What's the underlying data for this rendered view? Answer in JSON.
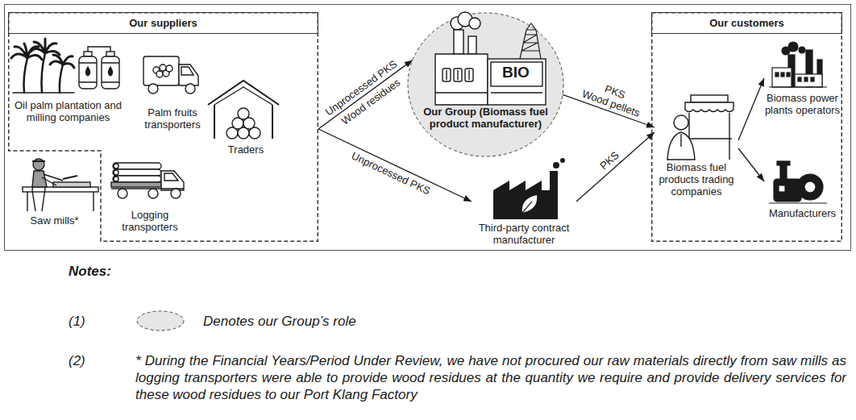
{
  "diagram": {
    "nodes": [
      {
        "text": [
          "Our suppliers"
        ]
      },
      {
        "text": [
          "Oil palm plantation and milling companies"
        ],
        "in": 0
      },
      {
        "text": [
          "Palm fruits transporters"
        ],
        "in": 0
      },
      {
        "text": [
          "Traders"
        ],
        "in": 0
      },
      {
        "text": [
          "Saw mills*"
        ]
      },
      {
        "text": [
          "Logging transporters"
        ],
        "in": 0
      },
      {
        "text": [
          "BIO",
          "Our Group (Biomass fuel product manufacturer)"
        ]
      },
      {
        "text": [
          "Third-party contract manufacturer"
        ]
      },
      {
        "text": [
          "Our customers"
        ]
      },
      {
        "text": [
          "Biomass fuel products trading companies"
        ],
        "in": 8
      },
      {
        "text": [
          "Biomass power plants operators"
        ],
        "in": 8
      },
      {
        "text": [
          "Manufacturers"
        ],
        "in": 8
      }
    ],
    "edges": [
      {
        "from": 0,
        "to": 6,
        "label": "Unprocessed PKS",
        "arrow": "to"
      },
      {
        "from": 0,
        "to": 7,
        "label": "Unprocessed PKS",
        "arrow": "to"
      },
      {
        "from": 6,
        "to": 9,
        "label": "PKS",
        "arrow": "to"
      },
      {
        "from": 7,
        "to": 9,
        "label": "PKS",
        "arrow": "to"
      },
      {
        "from": 9,
        "to": 10,
        "arrow": "to"
      },
      {
        "from": 9,
        "to": 11,
        "arrow": "to"
      }
    ],
    "labels": [
      "Wood residues",
      "Wood pellets",
      "Notes:",
      "(1)",
      "(2)",
      "* During the Financial Years/Period Under Review, we have not procured our raw materials directly from saw mills as logging transporters were able to provide wood residues at the quantity we require and provide delivery services for these wood residues to our Port Klang Factory"
    ],
    "legend": [
      {
        "text": "Denotes our Group’s role"
      }
    ]
  }
}
